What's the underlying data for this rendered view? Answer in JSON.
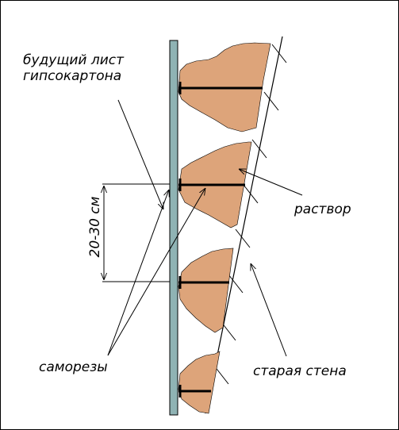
{
  "labels": {
    "drywall": "будущий лист гипсокартона",
    "drywall_line1": "будущий лист",
    "drywall_line2": "гипсокартона",
    "mortar": "раствор",
    "screws": "саморезы",
    "old_wall": "старая стена",
    "spacing": "20-30 см"
  },
  "colors": {
    "board": "#8fb3b4",
    "mortar": "#dda47a",
    "lines": "#000000",
    "background": "#ffffff"
  }
}
